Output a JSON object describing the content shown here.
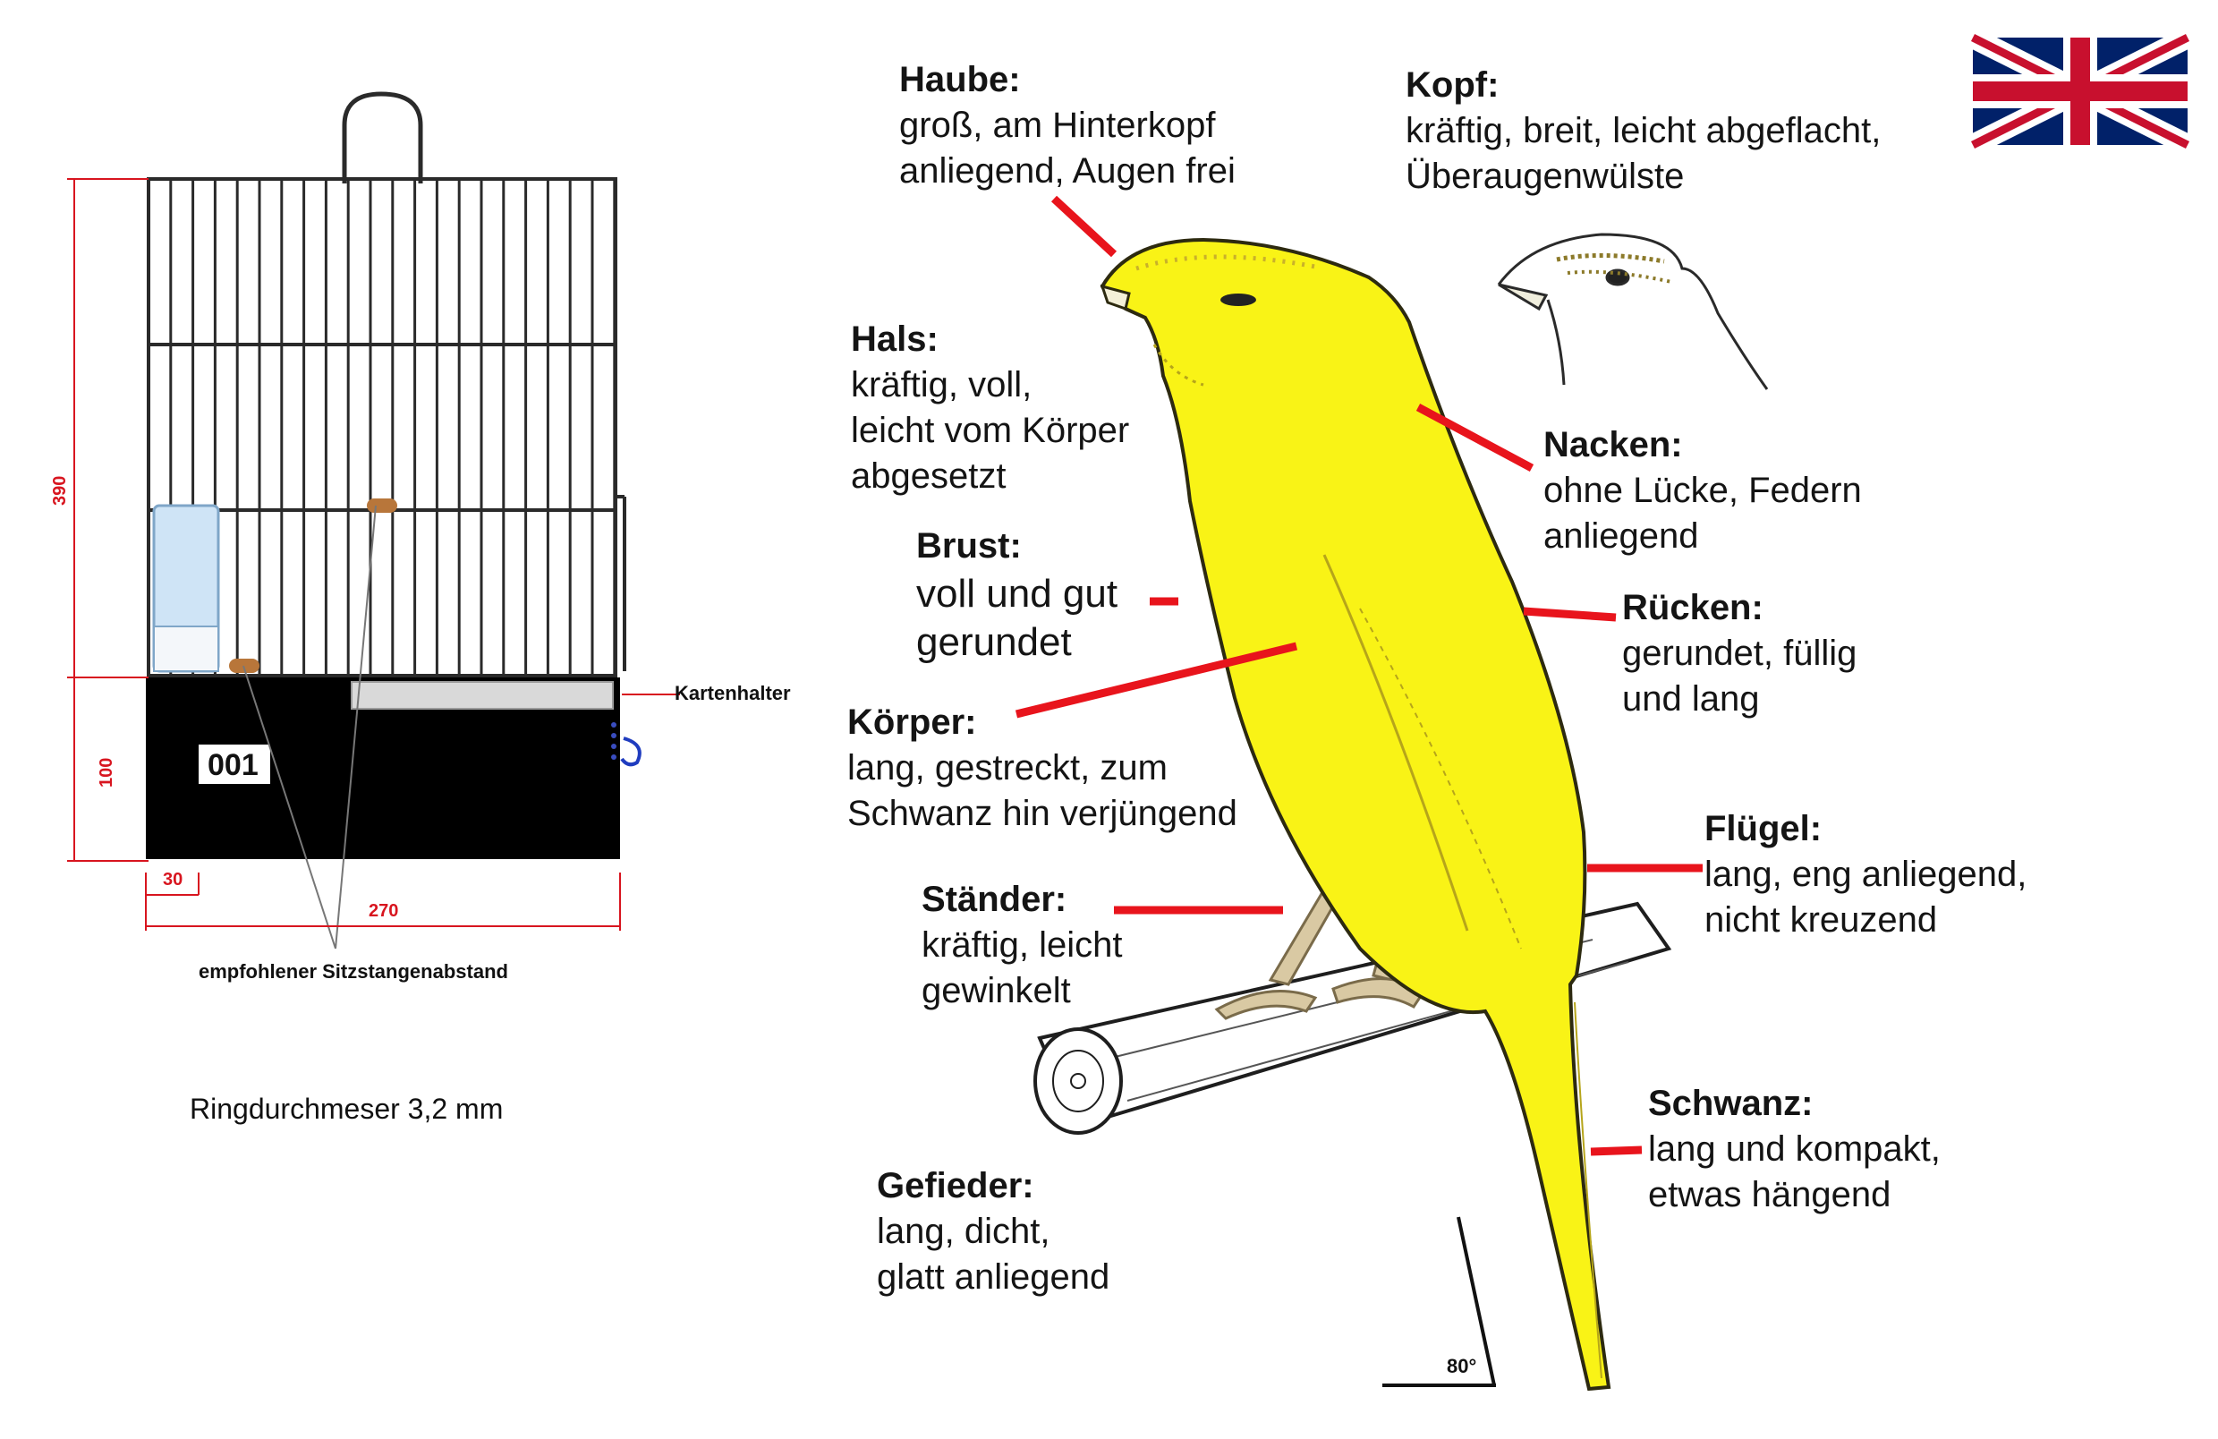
{
  "cage": {
    "tag": "001",
    "card_holder": "Kartenhalter",
    "dim_height": "390",
    "dim_base": "100",
    "dim_offset": "30",
    "dim_width": "270",
    "perch_note": "empfohlener Sitzstangenabstand",
    "ring_note": "Ringdurchmeser 3,2 mm"
  },
  "bird": {
    "angle": "80°",
    "labels": [
      {
        "title": "Haube:",
        "desc": [
          "groß, am Hinterkopf",
          "anliegend, Augen frei"
        ]
      },
      {
        "title": "Kopf:",
        "desc": [
          "kräftig, breit, leicht abgeflacht,",
          "Überaugenwülste"
        ]
      },
      {
        "title": "Hals:",
        "desc": [
          "kräftig, voll,",
          "leicht vom Körper",
          "abgesetzt"
        ]
      },
      {
        "title": "Nacken:",
        "desc": [
          "ohne Lücke, Federn",
          "anliegend"
        ]
      },
      {
        "title": "Brust:",
        "desc": [
          "voll und gut",
          "gerundet"
        ]
      },
      {
        "title": "Rücken:",
        "desc": [
          "gerundet, füllig",
          "und lang"
        ]
      },
      {
        "title": "Körper:",
        "desc": [
          "lang, gestreckt, zum",
          "Schwanz hin verjüngend"
        ]
      },
      {
        "title": "Flügel:",
        "desc": [
          "lang, eng anliegend,",
          "nicht kreuzend"
        ]
      },
      {
        "title": "Ständer:",
        "desc": [
          "kräftig, leicht",
          "gewinkelt"
        ]
      },
      {
        "title": "Schwanz:",
        "desc": [
          "lang und kompakt,",
          "etwas hängend"
        ]
      },
      {
        "title": "Gefieder:",
        "desc": [
          "lang, dicht,",
          "glatt anliegend"
        ]
      }
    ]
  },
  "colors": {
    "bird_yellow": "#f9f316",
    "pointer_red": "#e8141c",
    "dimension_red": "#d8151f",
    "cage_base": "#000000"
  },
  "icons": {
    "flag": "union-jack-flag-icon"
  }
}
